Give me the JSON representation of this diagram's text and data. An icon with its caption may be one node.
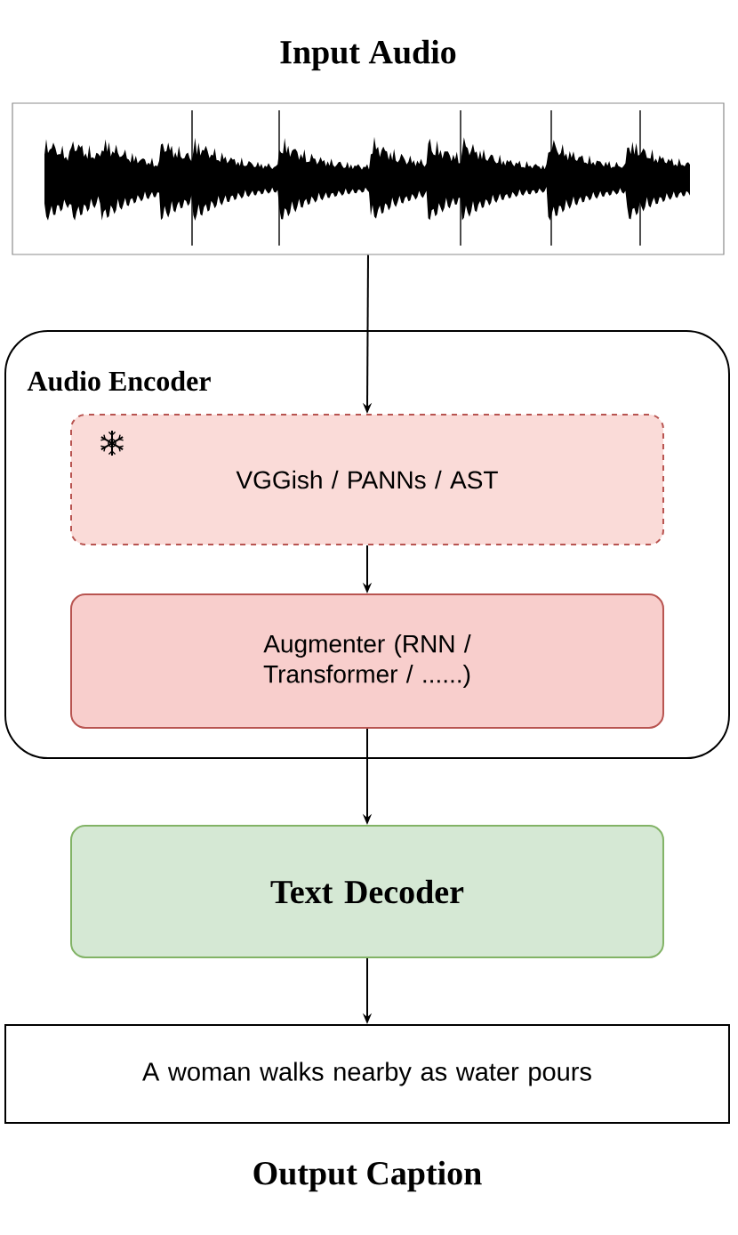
{
  "diagram": {
    "nodes": [
      {
        "text": [],
        "shape": "picture",
        "beside": [
          "Input Audio"
        ]
      },
      {
        "text": [
          "Audio Encoder"
        ]
      },
      {
        "text": [
          "VGGish / PANNs / AST"
        ],
        "in": 1
      },
      {
        "text": [
          "Augmenter (RNN / Transformer / ......)"
        ],
        "in": 1
      },
      {
        "text": [
          "Text Decoder"
        ]
      },
      {
        "text": [
          "A woman walks nearby as water pours"
        ],
        "beside": [
          "Output Caption"
        ]
      }
    ],
    "edges": [
      {
        "from": 0,
        "to": 2,
        "arrow": "to"
      },
      {
        "from": 2,
        "to": 3,
        "arrow": "to"
      },
      {
        "from": 3,
        "to": 4,
        "arrow": "to"
      },
      {
        "from": 4,
        "to": 5,
        "arrow": "to"
      }
    ]
  }
}
